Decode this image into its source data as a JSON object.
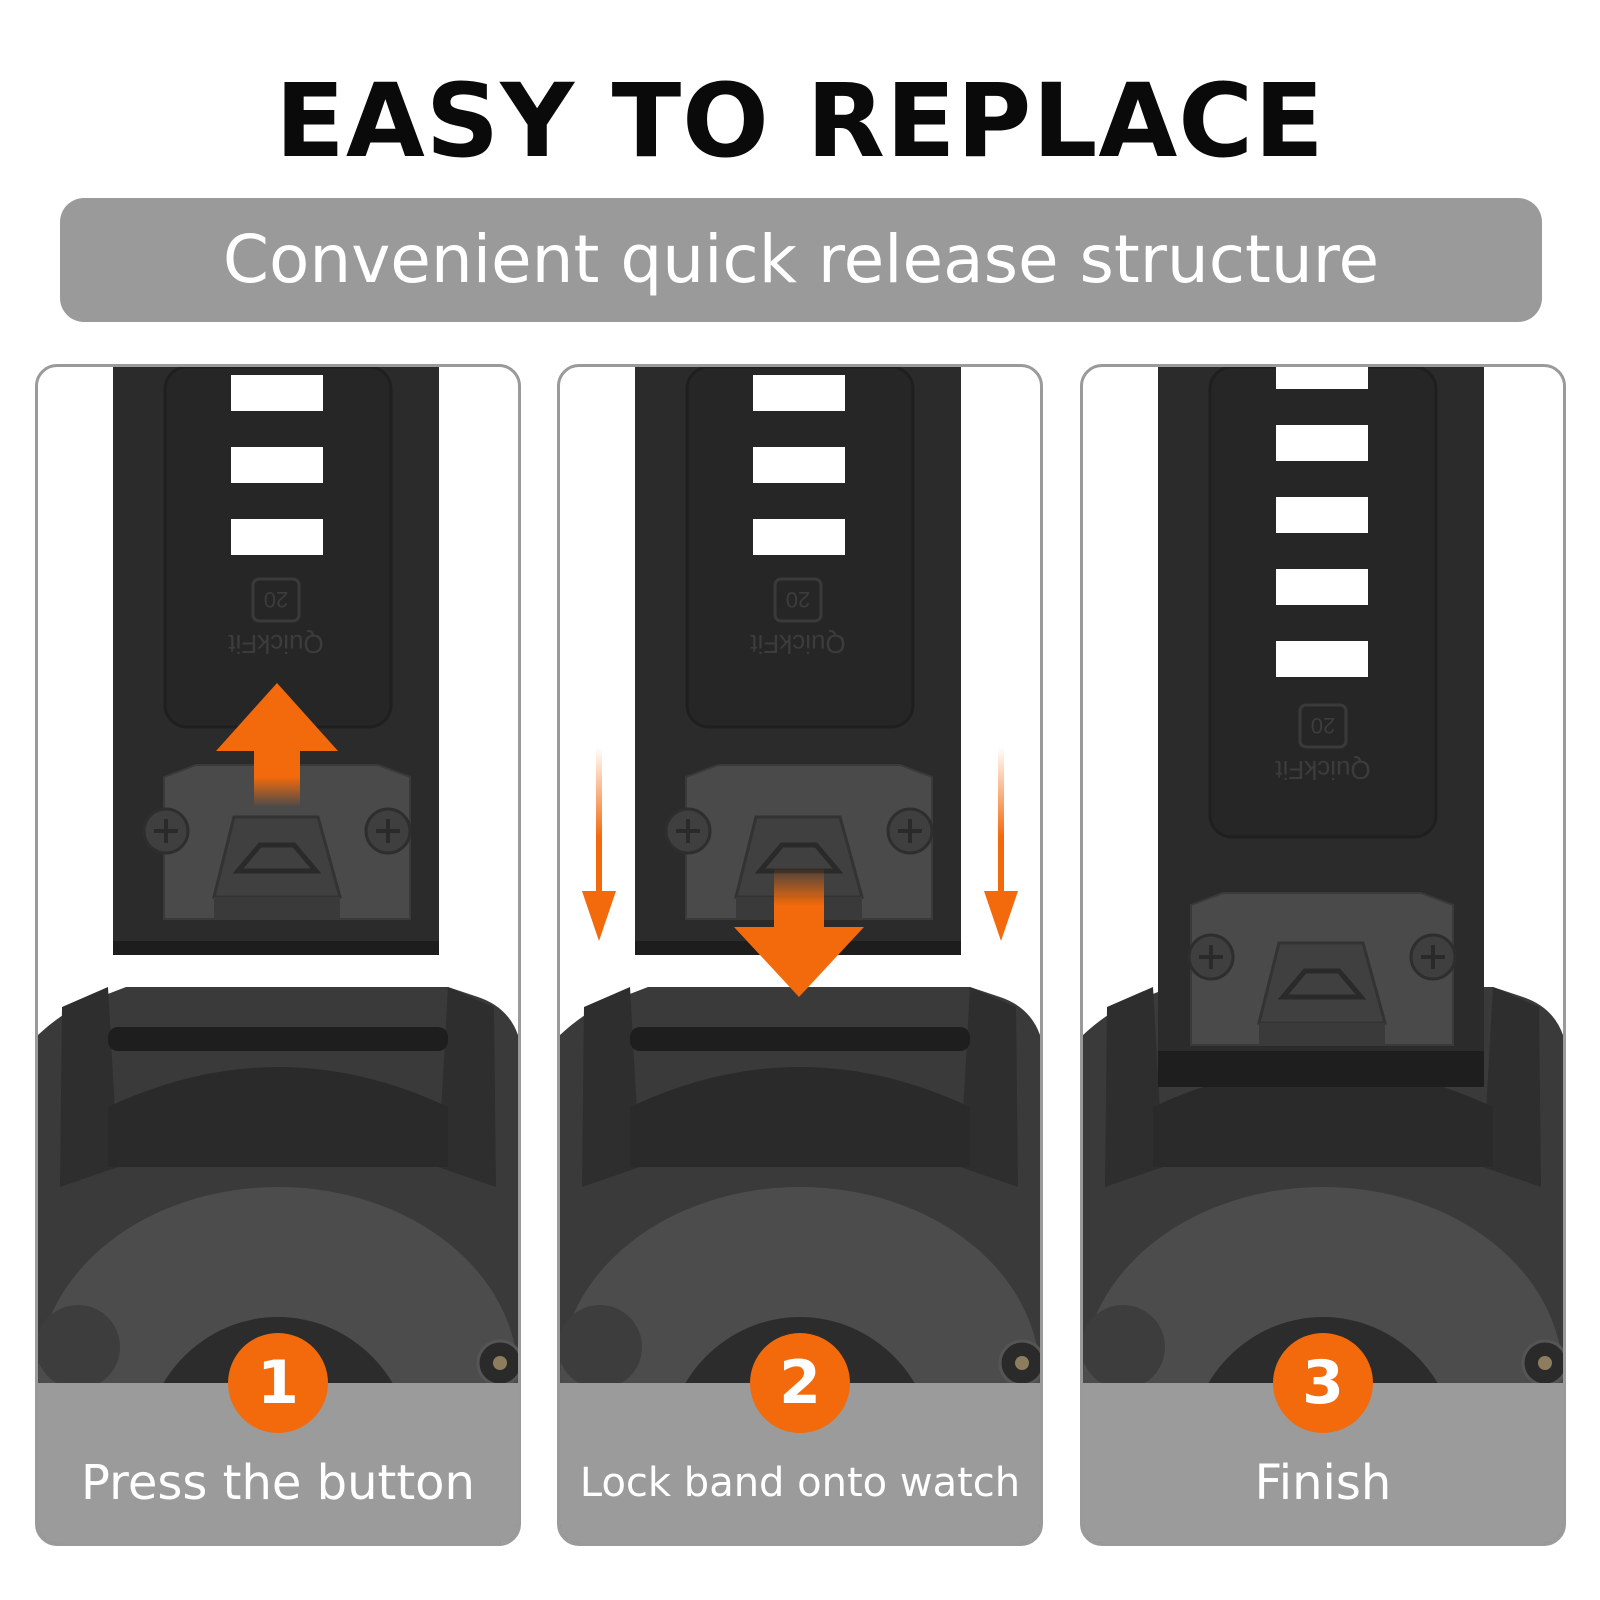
{
  "header": {
    "title": "EASY TO REPLACE",
    "subtitle": "Convenient quick release structure"
  },
  "colors": {
    "accent": "#f26a0c",
    "bar_gray": "#9a9a9a",
    "band_black": "#2b2b2b",
    "watch_gray": "#4a4a4a"
  },
  "band": {
    "brand_mark": "QuickFit",
    "size_mark": "20"
  },
  "steps": [
    {
      "number": "1",
      "label": "Press the button",
      "icon": "arrow-up-icon"
    },
    {
      "number": "2",
      "label": "Lock band onto watch",
      "icon": "arrow-down-icon"
    },
    {
      "number": "3",
      "label": "Finish",
      "icon": "check-attached-icon"
    }
  ]
}
